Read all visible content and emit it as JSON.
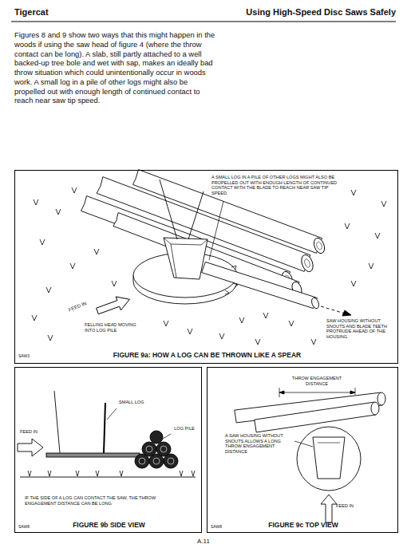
{
  "diagram": {
    "title": "Using High-Speed Disc Saws Safely",
    "nodes": [
      {
        "text": [
          "A SMALL LOG IN A PILE OF OTHER LOGS MIGHT ALSO BE PROPELLED OUT WITH ENOUGH LENGTH OF CONTINUED CONTACT WITH THE BLADE TO REACH NEAR SAW TIP SPEED.",
          "FEED IN",
          "FELLING HEAD MOVING INTO LOG PILE",
          "SAW HOUSING WITHOUT SNOUTS AND BLADE TEETH PROTRUDE AHEAD OF THE HOUSING.",
          "SAW3",
          "FIGURE 9a: HOW A LOG CAN BE THROWN LIKE A SPEAR"
        ]
      },
      {
        "text": [
          "SMALL LOG",
          "LOG PILE",
          "FEED IN",
          "IF THE SIDE OF A LOG CAN CONTACT THE SAW, THE THROW ENGAGEMENT DISTANCE CAN BE LONG",
          "SAW8",
          "FIGURE 9b SIDE VIEW"
        ]
      },
      {
        "text": [
          "THROW ENGAGEMENT DISTANCE",
          "A SAW HOUSING WITHOUT SNOUTS ALLOWS A LONG THROW ENGAGEMENT DISTANCE",
          "FEED IN",
          "SAW8",
          "FIGURE 9c TOP VIEW"
        ]
      }
    ],
    "labels": [
      "Tigercat",
      "Figures 8 and 9 show two ways that this might happen in the woods if using the saw head of figure 4 (where the throw contact can be long). A slab, still partly attached to a well backed-up tree bole and wet with sap, makes an ideally bad throw situation which could unintentionally occur in woods work. A small log in a pile of other logs might also be propelled out with enough length of continued contact to reach near saw tip speed.",
      "A.11"
    ]
  }
}
